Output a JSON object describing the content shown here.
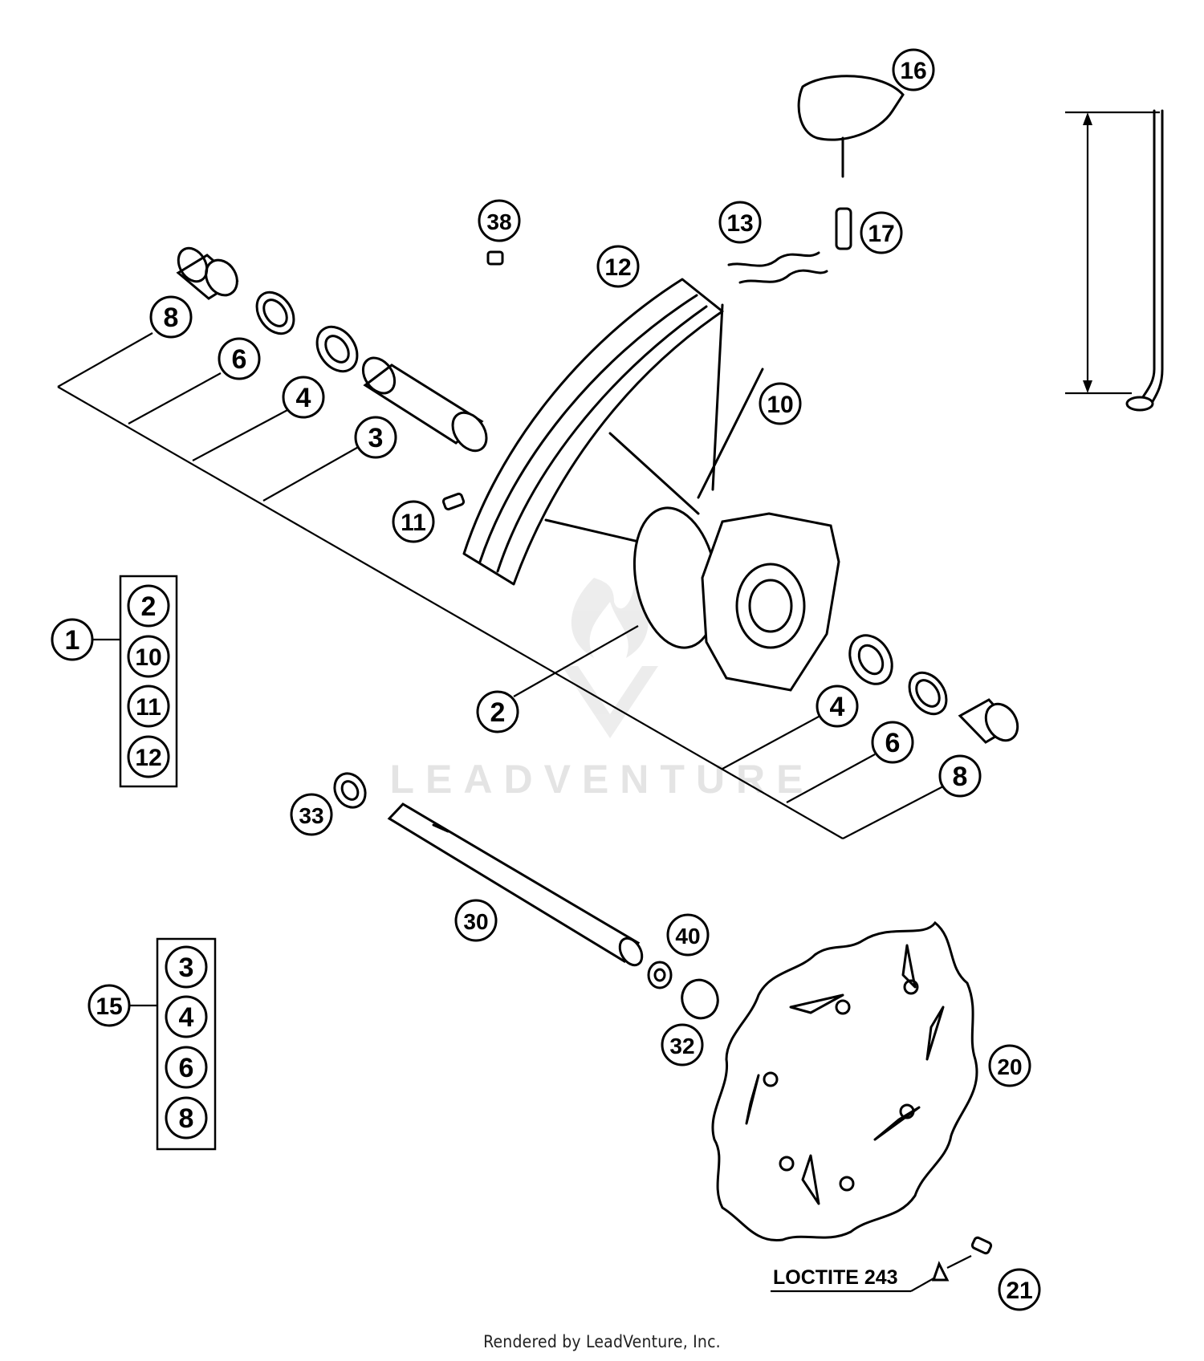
{
  "watermark": {
    "text": "LEADVENTURE"
  },
  "note": {
    "loctite_label": "LOCTITE 243"
  },
  "footer": {
    "rendered_by": "Rendered by LeadVenture, Inc."
  },
  "callouts": {
    "c1": "1",
    "c2": "2",
    "c3": "3",
    "c4": "4",
    "c6": "6",
    "c8": "8",
    "c10": "10",
    "c11": "11",
    "c12": "12",
    "c13": "13",
    "c15": "15",
    "c16": "16",
    "c17": "17",
    "c20": "20",
    "c21": "21",
    "c30": "30",
    "c32": "32",
    "c33": "33",
    "c38": "38",
    "c40": "40"
  },
  "groups": {
    "group1": {
      "label": "1",
      "items": [
        "2",
        "10",
        "11",
        "12"
      ]
    },
    "group15": {
      "label": "15",
      "items": [
        "3",
        "4",
        "6",
        "8"
      ]
    }
  }
}
